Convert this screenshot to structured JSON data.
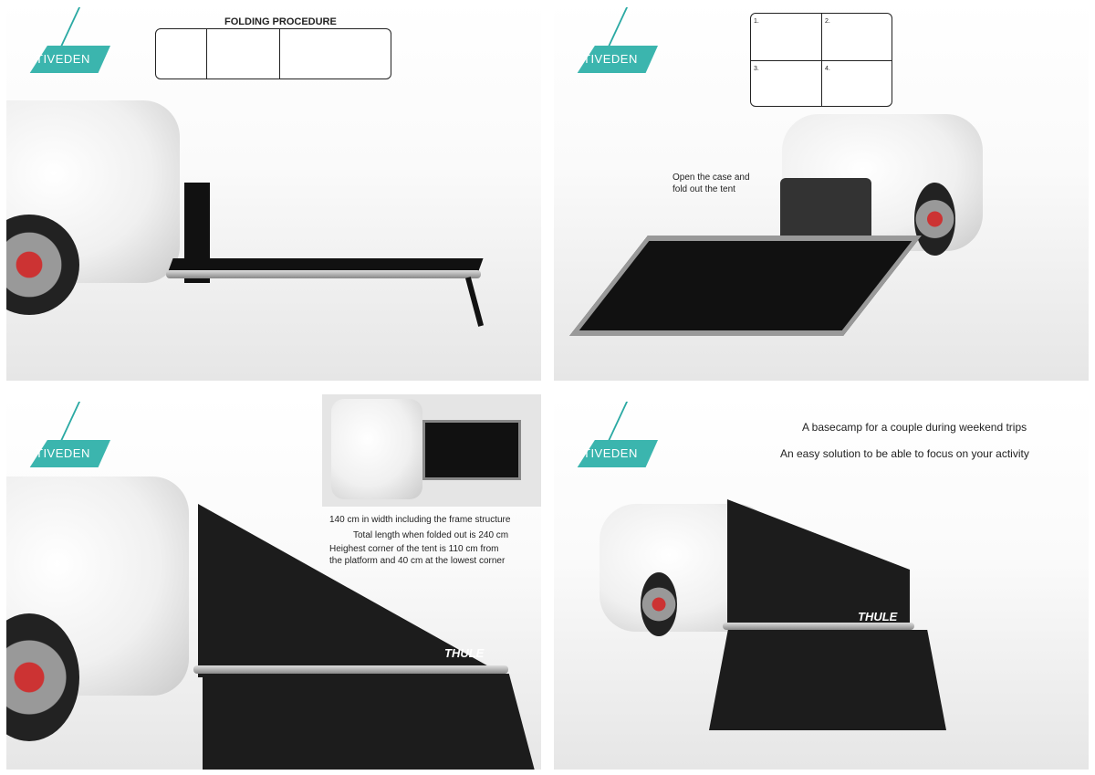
{
  "brand": "TIVEDEN",
  "panels": [
    {
      "logo": "TIVEDEN",
      "diagram_title": "FOLDING PROCEDURE"
    },
    {
      "logo": "TIVEDEN",
      "diagram_steps": [
        "1.",
        "2.",
        "3.",
        "4."
      ],
      "annotation": [
        "Open the case and",
        "fold out the tent"
      ]
    },
    {
      "logo": "TIVEDEN",
      "specs": [
        "140 cm in width including the frame structure",
        "Total length when folded out is 240 cm",
        "Heighest corner of the tent is 110 cm from",
        "the platform and 40 cm at the lowest corner"
      ],
      "tent_brand": "THULE"
    },
    {
      "logo": "TIVEDEN",
      "taglines": [
        "A basecamp for a couple during weekend trips",
        "An easy solution to be able to focus on your activity"
      ],
      "tent_brand": "THULE"
    }
  ],
  "colors": {
    "accent": "#3bb5ae",
    "tent": "#1c1c1c"
  }
}
